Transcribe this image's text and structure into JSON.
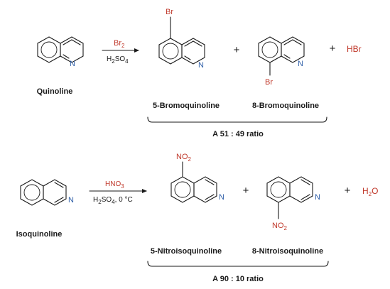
{
  "reaction1": {
    "reactant": {
      "name": "Quinoline",
      "ring_atom": "N"
    },
    "reagent_top": {
      "main": "Br",
      "sub": "2"
    },
    "reagent_bottom": {
      "a": "H",
      "a_sub": "2",
      "b": "SO",
      "b_sub": "4"
    },
    "product1": {
      "name": "5-Bromoquinoline",
      "substituent": "Br",
      "ring_atom": "N"
    },
    "product2": {
      "name": "8-Bromoquinoline",
      "substituent": "Br",
      "ring_atom": "N"
    },
    "plus": "+",
    "byproduct": "HBr",
    "ratio": "A 51 : 49 ratio"
  },
  "reaction2": {
    "reactant": {
      "name": "Isoquinoline",
      "ring_atom": "N"
    },
    "reagent_top": {
      "main": "HNO",
      "sub": "3"
    },
    "reagent_bottom": {
      "a": "H",
      "a_sub": "2",
      "b": "SO",
      "b_sub": "4",
      "tail": ", 0 °C"
    },
    "product1": {
      "name": "5-Nitroisoquinoline",
      "substituent_main": "NO",
      "substituent_sub": "2",
      "ring_atom": "N"
    },
    "product2": {
      "name": "8-Nitroisoquinoline",
      "substituent_main": "NO",
      "substituent_sub": "2",
      "ring_atom": "N"
    },
    "plus": "+",
    "byproduct_main": "H",
    "byproduct_sub": "2",
    "byproduct_tail": "O",
    "ratio": "A 90 : 10 ratio"
  },
  "colors": {
    "reagent": "#c0392b",
    "nitrogen": "#2f5fa8",
    "ink": "#1a1a1a"
  }
}
